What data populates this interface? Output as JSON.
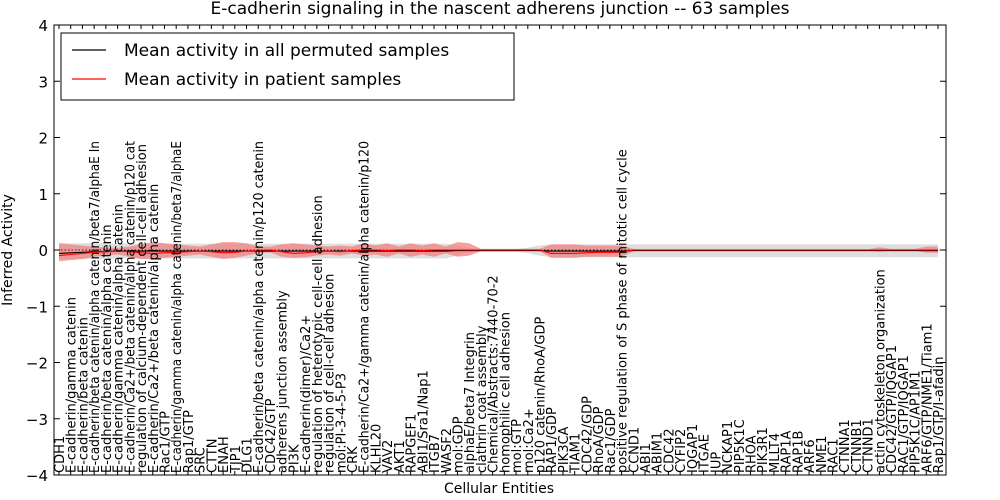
{
  "chart_data": {
    "type": "line",
    "title": "E-cadherin signaling in the nascent adherens junction -- 63 samples",
    "xlabel": "Cellular Entities",
    "ylabel": "Inferred Activity",
    "ylim": [
      -4,
      4
    ],
    "yticks": [
      -4,
      -3,
      -2,
      -1,
      0,
      1,
      2,
      3,
      4
    ],
    "grid": false,
    "legend_position": "top-left",
    "colors": {
      "permuted": "#000000",
      "patient": "#ff0000",
      "patient_band": "#f08080",
      "permuted_band": "#c8c8c8"
    },
    "categories": [
      "CDH1",
      "E-cadherin/gamma catenin",
      "E-cadherin/beta catenin",
      "E-cadherin/beta catenin/alpha catenin/beta7/alphaE In",
      "E-cadherin/beta catenin/alpha catenin",
      "E-cadherin/gamma catenin/alpha catenin",
      "E-cadherin/Ca2+/beta catenin/alpha catenin/p120 cat",
      "regulation of calcium-dependent cell-cell adhesion",
      "E-cadherin/Ca2+/beta catenin/alpha catenin",
      "Rac1/GTP",
      "E-cadherin/gamma catenin/alpha catenin/beta7/alphaE",
      "Rap1/GTP",
      "SRC",
      "CTTN",
      "ENAH",
      "TJP1",
      "DLG1",
      "E-cadherin/beta catenin/alpha catenin/p120 catenin",
      "CDC42/GTP",
      "adherens junction assembly",
      "PI3K",
      "E-cadherin(dimer)/Ca2+",
      "regulation of heterotypic cell-cell adhesion",
      "regulation of cell-cell adhesion",
      "mol:PI-3-4-5-P3",
      "CRK",
      "E-cadherin/Ca2+/gamma catenin/alpha catenin/p120",
      "KLHL20",
      "VAV2",
      "AKT1",
      "RAPGEF1",
      "ABI1/Sra1/Nap1",
      "ITGB7",
      "WASF2",
      "mol:GDP",
      "alphaE/beta7 Integrin",
      "clathrin coat assembly",
      "Chemical/Abstracts:7440-70-2",
      "homophilic cell adhesion",
      "mol:GTP",
      "mol:Ca2+",
      "p120 catenin/RhoA/GDP",
      "RAP1/GDP",
      "PIK3CA",
      "TIAM1",
      "CDC42/GDP",
      "RhoA/GDP",
      "Rac1/GDP",
      "positive regulation of S phase of mitotic cell cycle",
      "CCND1",
      "ABI1",
      "ABIM1",
      "CDC42",
      "CYFIP2",
      "IQGAP1",
      "ITGAE",
      "JUP",
      "NCKAP1",
      "PIP5K1C",
      "RHOA",
      "PIK3R1",
      "MLLT4",
      "RAP1A",
      "RAP1B",
      "ARF6",
      "NME1",
      "RAC1",
      "CTNNA1",
      "CTNNB1",
      "CTNND1",
      "actin cytoskeleton organization",
      "CDC42/GTP/IQGAP1",
      "RAC1/GTP/IQGAP1",
      "PIP5K1C/AP1M1",
      "ARF6/GTP/NME1/Tiam1",
      "Rap1/GTP/I-afadin"
    ],
    "series": [
      {
        "name": "Mean activity in all permuted samples",
        "values": [
          -0.06,
          -0.05,
          -0.04,
          -0.03,
          -0.03,
          -0.02,
          -0.02,
          -0.02,
          -0.02,
          -0.02,
          -0.02,
          -0.02,
          -0.02,
          -0.02,
          -0.02,
          -0.02,
          -0.02,
          -0.02,
          -0.02,
          -0.02,
          -0.02,
          -0.02,
          -0.02,
          -0.02,
          -0.02,
          -0.02,
          -0.02,
          -0.02,
          -0.02,
          -0.02,
          -0.02,
          -0.02,
          -0.02,
          -0.02,
          -0.01,
          -0.01,
          -0.01,
          -0.01,
          -0.01,
          -0.01,
          -0.01,
          -0.01,
          -0.02,
          -0.02,
          -0.02,
          -0.02,
          -0.02,
          -0.02,
          -0.02,
          -0.01,
          -0.01,
          -0.01,
          -0.01,
          -0.01,
          -0.01,
          -0.01,
          -0.01,
          -0.01,
          -0.01,
          -0.01,
          -0.01,
          -0.01,
          -0.01,
          -0.01,
          -0.01,
          -0.01,
          -0.01,
          -0.01,
          -0.01,
          -0.01,
          -0.01,
          -0.01,
          -0.01,
          -0.01,
          -0.01,
          -0.01
        ],
        "lower": [
          -0.16,
          -0.16,
          -0.16,
          -0.16,
          -0.16,
          -0.15,
          -0.15,
          -0.15,
          -0.15,
          -0.15,
          -0.15,
          -0.15,
          -0.15,
          -0.15,
          -0.15,
          -0.15,
          -0.15,
          -0.15,
          -0.15,
          -0.15,
          -0.15,
          -0.15,
          -0.15,
          -0.15,
          -0.15,
          -0.15,
          -0.15,
          -0.15,
          -0.15,
          -0.15,
          -0.15,
          -0.15,
          -0.15,
          -0.15,
          -0.1,
          -0.05,
          -0.03,
          -0.03,
          -0.03,
          -0.03,
          -0.06,
          -0.1,
          -0.13,
          -0.13,
          -0.13,
          -0.13,
          -0.13,
          -0.13,
          -0.13,
          -0.13,
          -0.13,
          -0.13,
          -0.13,
          -0.13,
          -0.13,
          -0.13,
          -0.13,
          -0.13,
          -0.13,
          -0.13,
          -0.13,
          -0.13,
          -0.13,
          -0.13,
          -0.13,
          -0.13,
          -0.13,
          -0.13,
          -0.13,
          -0.13,
          -0.13,
          -0.13,
          -0.13,
          -0.13,
          -0.13,
          -0.13
        ],
        "upper": [
          0.12,
          0.12,
          0.12,
          0.12,
          0.12,
          0.11,
          0.11,
          0.11,
          0.11,
          0.11,
          0.11,
          0.11,
          0.11,
          0.11,
          0.11,
          0.11,
          0.11,
          0.11,
          0.11,
          0.11,
          0.11,
          0.11,
          0.11,
          0.11,
          0.11,
          0.11,
          0.11,
          0.11,
          0.11,
          0.11,
          0.11,
          0.11,
          0.11,
          0.11,
          0.08,
          0.04,
          0.02,
          0.02,
          0.02,
          0.02,
          0.04,
          0.08,
          0.1,
          0.1,
          0.1,
          0.1,
          0.1,
          0.1,
          0.1,
          0.1,
          0.1,
          0.1,
          0.1,
          0.1,
          0.1,
          0.1,
          0.1,
          0.1,
          0.1,
          0.1,
          0.1,
          0.1,
          0.1,
          0.1,
          0.1,
          0.1,
          0.1,
          0.1,
          0.1,
          0.1,
          0.1,
          0.1,
          0.1,
          0.1,
          0.1,
          0.1
        ]
      },
      {
        "name": "Mean activity in patient samples",
        "values": [
          -0.1,
          -0.08,
          -0.06,
          -0.04,
          -0.03,
          -0.02,
          -0.03,
          -0.05,
          -0.06,
          -0.05,
          -0.04,
          -0.03,
          -0.02,
          -0.03,
          -0.05,
          -0.04,
          -0.02,
          -0.01,
          0,
          -0.03,
          -0.06,
          -0.05,
          -0.03,
          -0.02,
          -0.03,
          -0.01,
          0,
          0,
          -0.01,
          0,
          0,
          -0.01,
          0,
          0,
          0,
          0,
          0,
          0,
          0,
          0,
          0,
          0,
          -0.06,
          -0.06,
          -0.06,
          -0.05,
          -0.04,
          -0.04,
          -0.04,
          0,
          0,
          0,
          0,
          0,
          0,
          0,
          0,
          0,
          0,
          0,
          0,
          0,
          0,
          0,
          0,
          0,
          0,
          0,
          0,
          0,
          0,
          0,
          0,
          0,
          0,
          0
        ],
        "lower": [
          -0.2,
          -0.18,
          -0.16,
          -0.12,
          -0.1,
          -0.08,
          -0.12,
          -0.16,
          -0.16,
          -0.14,
          -0.12,
          -0.1,
          -0.08,
          -0.12,
          -0.16,
          -0.14,
          -0.1,
          -0.06,
          -0.04,
          -0.12,
          -0.14,
          -0.13,
          -0.1,
          -0.08,
          -0.1,
          -0.06,
          -0.1,
          -0.08,
          -0.12,
          -0.06,
          -0.12,
          -0.08,
          -0.12,
          -0.06,
          -0.12,
          -0.1,
          -0.02,
          -0.02,
          -0.02,
          -0.02,
          -0.02,
          -0.02,
          -0.14,
          -0.14,
          -0.14,
          -0.12,
          -0.12,
          -0.12,
          -0.12,
          -0.02,
          -0.01,
          -0.01,
          -0.01,
          -0.01,
          -0.01,
          -0.01,
          -0.01,
          -0.01,
          -0.01,
          -0.01,
          -0.01,
          -0.01,
          -0.01,
          -0.01,
          -0.01,
          -0.01,
          -0.01,
          -0.01,
          -0.01,
          -0.01,
          -0.03,
          -0.01,
          -0.01,
          -0.01,
          -0.05,
          -0.05
        ],
        "upper": [
          0.12,
          0.1,
          0.08,
          0.06,
          0.04,
          0.04,
          0.06,
          0.1,
          0.14,
          0.12,
          0.1,
          0.08,
          0.06,
          0.1,
          0.14,
          0.14,
          0.12,
          0.06,
          0.06,
          0.1,
          0.12,
          0.1,
          0.08,
          0.06,
          0.08,
          0.06,
          0.12,
          0.08,
          0.12,
          0.06,
          0.12,
          0.08,
          0.12,
          0.06,
          0.14,
          0.12,
          0.02,
          0.02,
          0.02,
          0.02,
          0.02,
          0.02,
          0.1,
          0.1,
          0.1,
          0.08,
          0.08,
          0.08,
          0.08,
          0.02,
          0.01,
          0.01,
          0.01,
          0.01,
          0.01,
          0.01,
          0.01,
          0.01,
          0.01,
          0.01,
          0.01,
          0.01,
          0.01,
          0.01,
          0.01,
          0.01,
          0.01,
          0.01,
          0.01,
          0.01,
          0.05,
          0.02,
          0.02,
          0.02,
          0.06,
          0.06
        ]
      }
    ]
  }
}
